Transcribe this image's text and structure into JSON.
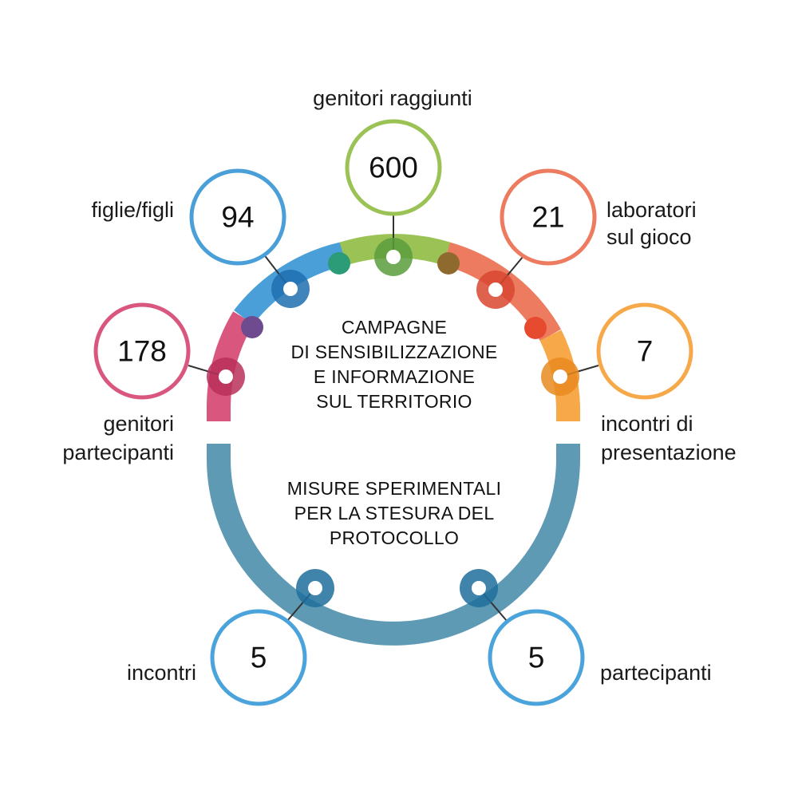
{
  "center_top": {
    "lines": [
      "CAMPAGNE",
      "DI SENSIBILIZZAZIONE",
      "E INFORMAZIONE",
      "SUL TERRITORIO"
    ]
  },
  "center_bottom": {
    "lines": [
      "MISURE SPERIMENTALI",
      "PER LA STESURA DEL",
      "PROTOCOLLO"
    ]
  },
  "bubbles": [
    {
      "value": "600",
      "label_lines": [
        "genitori raggiunti"
      ],
      "color": "#9bc255"
    },
    {
      "value": "94",
      "label_lines": [
        "figlie/figli"
      ],
      "color": "#4a9fd8"
    },
    {
      "value": "178",
      "label_lines": [
        "genitori",
        "partecipanti"
      ],
      "color": "#d9577e"
    },
    {
      "value": "21",
      "label_lines": [
        "laboratori",
        "sul gioco"
      ],
      "color": "#ec7b60"
    },
    {
      "value": "7",
      "label_lines": [
        "incontri di",
        "presentazione"
      ],
      "color": "#f7a94a"
    },
    {
      "value": "5",
      "label_lines": [
        "incontri"
      ],
      "color": "#4aa3db"
    },
    {
      "value": "5",
      "label_lines": [
        "partecipanti"
      ],
      "color": "#4aa3db"
    }
  ],
  "colors": {
    "arc_pink": "#d9577e",
    "arc_purple": "#6e4b8f",
    "arc_blue": "#4a9fd8",
    "arc_teal": "#2b9b78",
    "arc_green": "#9bc255",
    "arc_olive": "#8f6a2f",
    "arc_orange_red": "#ec7b60",
    "arc_red": "#e64a2f",
    "arc_orange": "#f7a94a",
    "arc_steel": "#5e9ab4"
  }
}
